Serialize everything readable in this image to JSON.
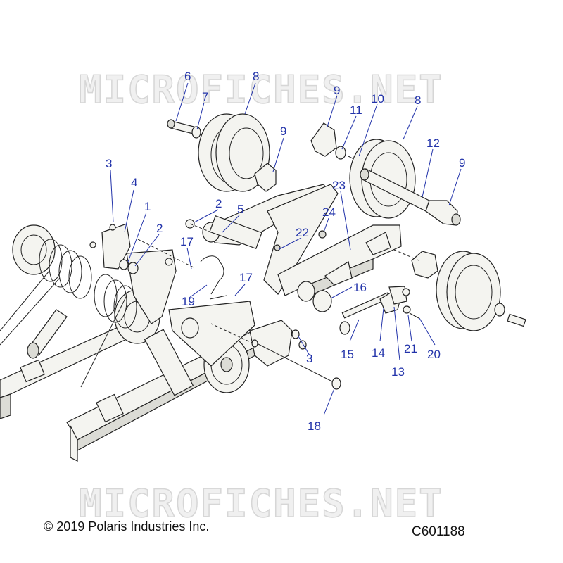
{
  "watermark": {
    "text": "MICROFICHES.NET"
  },
  "footer": {
    "copyright": "© 2019 Polaris Industries Inc.",
    "figure_id": "C601188"
  },
  "callouts": {
    "c1": "1",
    "c2a": "2",
    "c2b": "2",
    "c3a": "3",
    "c3b": "3",
    "c4": "4",
    "c5": "5",
    "c6": "6",
    "c7": "7",
    "c8a": "8",
    "c8b": "8",
    "c9a": "9",
    "c9b": "9",
    "c9c": "9",
    "c10": "10",
    "c11": "11",
    "c12": "12",
    "c13": "13",
    "c14": "14",
    "c15": "15",
    "c16": "16",
    "c17a": "17",
    "c17b": "17",
    "c18": "18",
    "c19": "19",
    "c20": "20",
    "c21": "21",
    "c22": "22",
    "c23": "23",
    "c24": "24"
  },
  "colors": {
    "callout": "#2233aa",
    "line": "#222222",
    "part_fill": "#f4f4f0"
  }
}
